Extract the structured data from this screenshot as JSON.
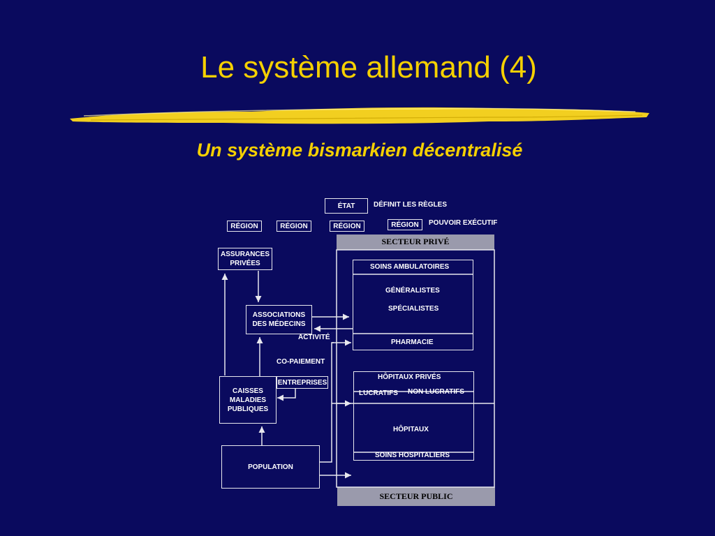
{
  "slide": {
    "title": "Le système allemand (4)",
    "subtitle": "Un système bismarkien décentralisé"
  },
  "colors": {
    "background": "#0a0a5e",
    "title": "#f5d000",
    "lines": "#e8e8ee",
    "band": "#9a9aac"
  },
  "diagram": {
    "etat": "ÉTAT",
    "definit": "DÉFINIT LES RÈGLES",
    "regions": [
      "RÉGION",
      "RÉGION",
      "RÉGION",
      "RÉGION"
    ],
    "pouvoir": "POUVOIR EXÉCUTIF",
    "secteur_prive": "SECTEUR PRIVÉ",
    "secteur_public": "SECTEUR PUBLIC",
    "assurances_1": "ASSURANCES",
    "assurances_2": "PRIVÉES",
    "associations_1": "ASSOCIATIONS",
    "associations_2": "DES MÉDECINS",
    "activite": "ACTIVITÉ",
    "copaiement": "CO-PAIEMENT",
    "entreprises": "ENTREPRISES",
    "caisses_1": "CAISSES",
    "caisses_2": "MALADIES",
    "caisses_3": "PUBLIQUES",
    "population": "POPULATION",
    "soins_ambulatoires": "SOINS AMBULATOIRES",
    "generalistes": "GÉNÉRALISTES",
    "specialistes": "SPÉCIALISTES",
    "pharmacie": "PHARMACIE",
    "hopitaux_prives": "HÔPITAUX PRIVÉS",
    "lucratifs": "LUCRATIFS",
    "non_lucratifs": "NON LUCRATIFS",
    "hopitaux": "HÔPITAUX",
    "soins_hospitaliers": "SOINS HOSPITALIERS"
  }
}
